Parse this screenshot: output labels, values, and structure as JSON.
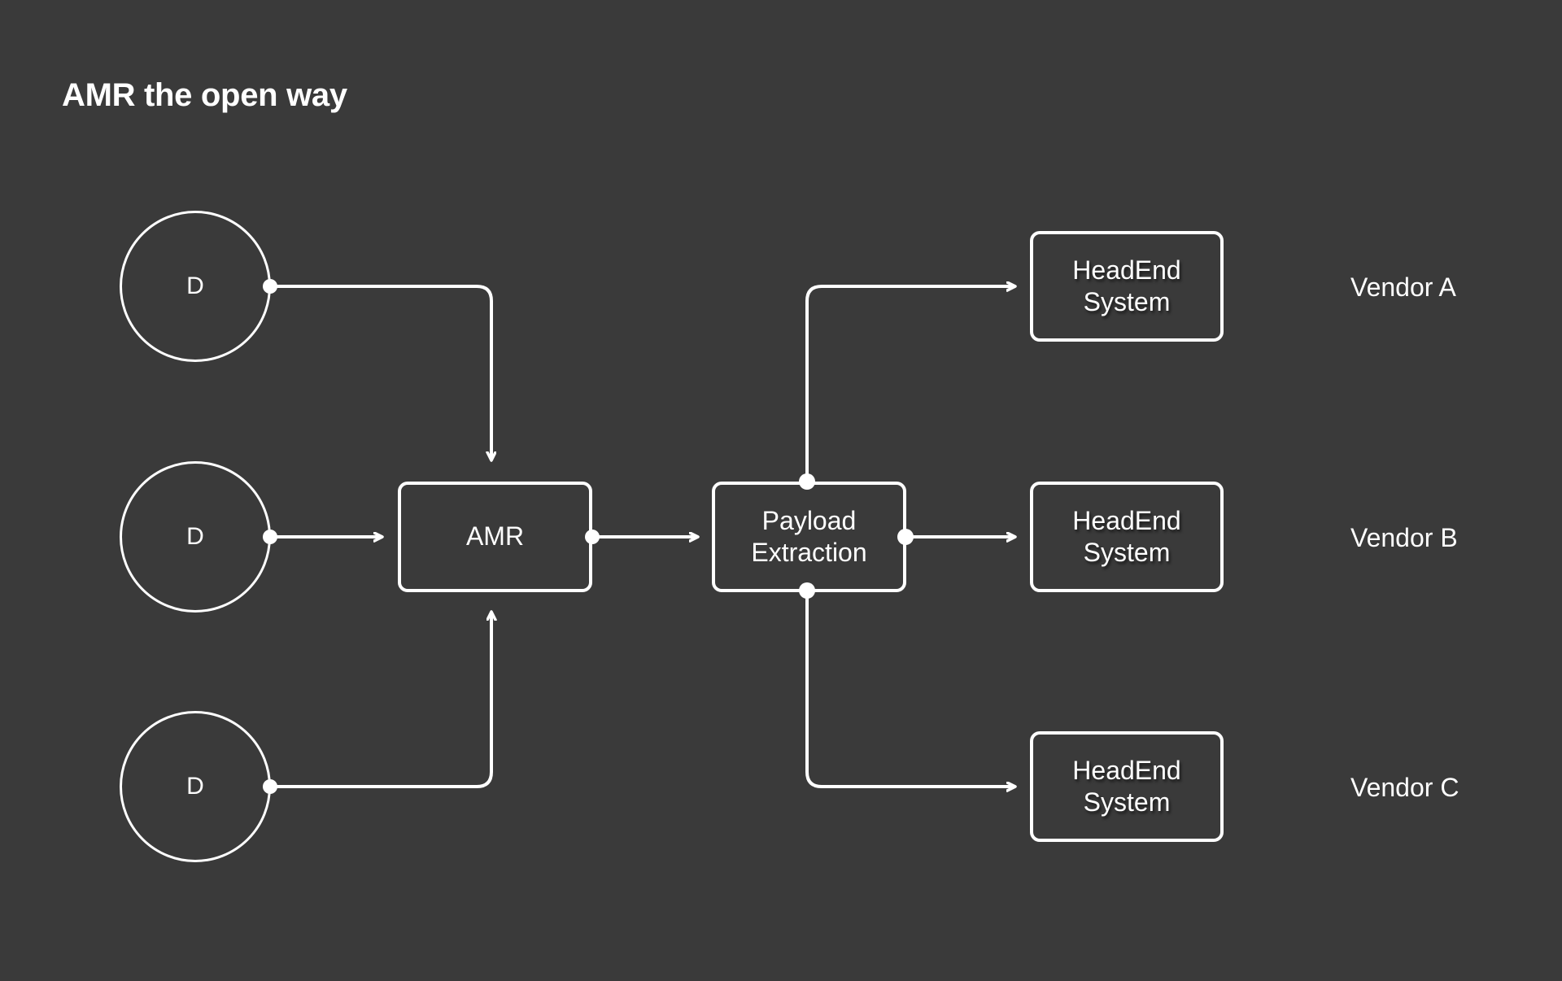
{
  "page": {
    "title": "AMR the open way",
    "background_color": "#3a3a3a",
    "line_color": "#ffffff",
    "text_color": "#ffffff"
  },
  "devices": [
    {
      "label": "D",
      "name": "device-node-top"
    },
    {
      "label": "D",
      "name": "device-node-middle"
    },
    {
      "label": "D",
      "name": "device-node-bottom"
    }
  ],
  "process": {
    "amr": {
      "label": "AMR"
    },
    "payload_extraction": {
      "line1": "Payload",
      "line2": "Extraction"
    }
  },
  "headend_systems": [
    {
      "line1": "HeadEnd",
      "line2": "System"
    },
    {
      "line1": "HeadEnd",
      "line2": "System"
    },
    {
      "line1": "HeadEnd",
      "line2": "System"
    }
  ],
  "vendors": [
    {
      "label": "Vendor A"
    },
    {
      "label": "Vendor B"
    },
    {
      "label": "Vendor C"
    }
  ],
  "icons": {
    "connection_dot": "connection-dot",
    "arrowhead": "arrowhead"
  }
}
